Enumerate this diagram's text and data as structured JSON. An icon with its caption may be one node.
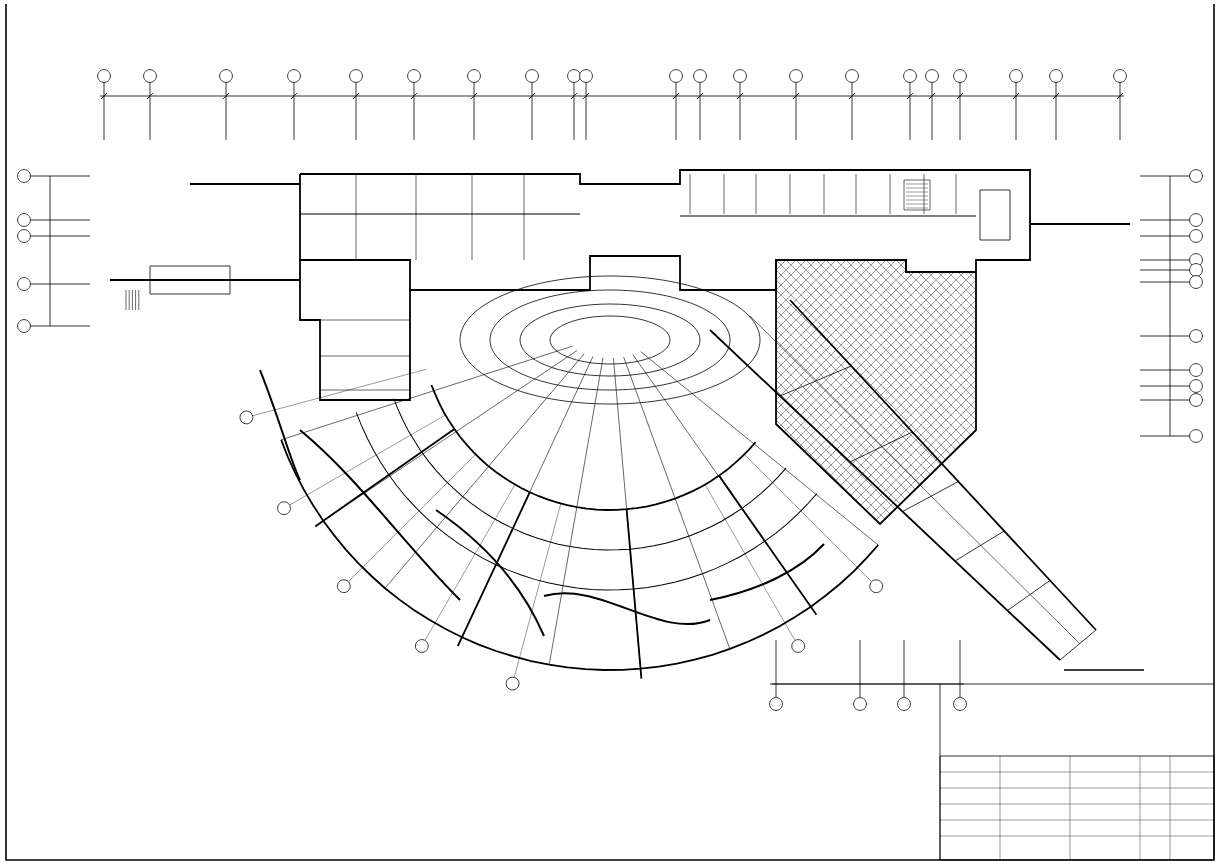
{
  "diagram": {
    "nodes": [
      {
        "text": [],
        "shape": "circle"
      },
      {
        "text": [],
        "shape": "circle"
      },
      {
        "text": [],
        "shape": "circle"
      },
      {
        "text": [],
        "shape": "circle"
      },
      {
        "text": [],
        "shape": "circle"
      },
      {
        "text": [],
        "shape": "circle"
      },
      {
        "text": [],
        "shape": "circle"
      },
      {
        "text": [],
        "shape": "circle"
      },
      {
        "text": [],
        "shape": "circle"
      },
      {
        "text": [],
        "shape": "circle"
      },
      {
        "text": [],
        "shape": "circle"
      },
      {
        "text": [],
        "shape": "circle"
      },
      {
        "text": [],
        "shape": "circle"
      },
      {
        "text": [],
        "shape": "circle"
      },
      {
        "text": [],
        "shape": "circle"
      },
      {
        "text": [],
        "shape": "circle"
      },
      {
        "text": [],
        "shape": "circle"
      },
      {
        "text": [],
        "shape": "circle"
      },
      {
        "text": [],
        "shape": "circle"
      },
      {
        "text": [],
        "shape": "circle"
      },
      {
        "text": [],
        "shape": "circle"
      },
      {
        "text": [],
        "shape": "circle"
      },
      {
        "text": [],
        "shape": "circle"
      },
      {
        "text": [],
        "shape": "circle"
      },
      {
        "text": [],
        "shape": "circle"
      },
      {
        "text": [],
        "shape": "circle"
      },
      {
        "text": [],
        "shape": "circle"
      },
      {
        "text": [],
        "shape": "circle"
      },
      {
        "text": [],
        "shape": "circle"
      },
      {
        "text": [],
        "shape": "circle"
      },
      {
        "text": [],
        "shape": "circle"
      },
      {
        "text": [],
        "shape": "circle"
      },
      {
        "text": [],
        "shape": "circle"
      },
      {
        "text": [],
        "shape": "circle"
      },
      {
        "text": [],
        "shape": "circle"
      },
      {
        "text": [],
        "shape": "circle"
      },
      {
        "text": [],
        "shape": "circle"
      },
      {
        "text": [],
        "shape": "circle"
      },
      {
        "text": [],
        "shape": "circle"
      },
      {
        "text": [],
        "shape": "circle"
      },
      {
        "text": [],
        "shape": "circle"
      },
      {
        "text": [],
        "shape": "circle"
      },
      {
        "text": [],
        "shape": "circle"
      },
      {
        "text": [],
        "shape": "circle"
      },
      {
        "text": [],
        "shape": "circle"
      },
      {
        "text": [],
        "shape": "circle"
      },
      {
        "text": [],
        "shape": "circle"
      },
      {
        "text": [],
        "shape": "circle"
      }
    ]
  }
}
